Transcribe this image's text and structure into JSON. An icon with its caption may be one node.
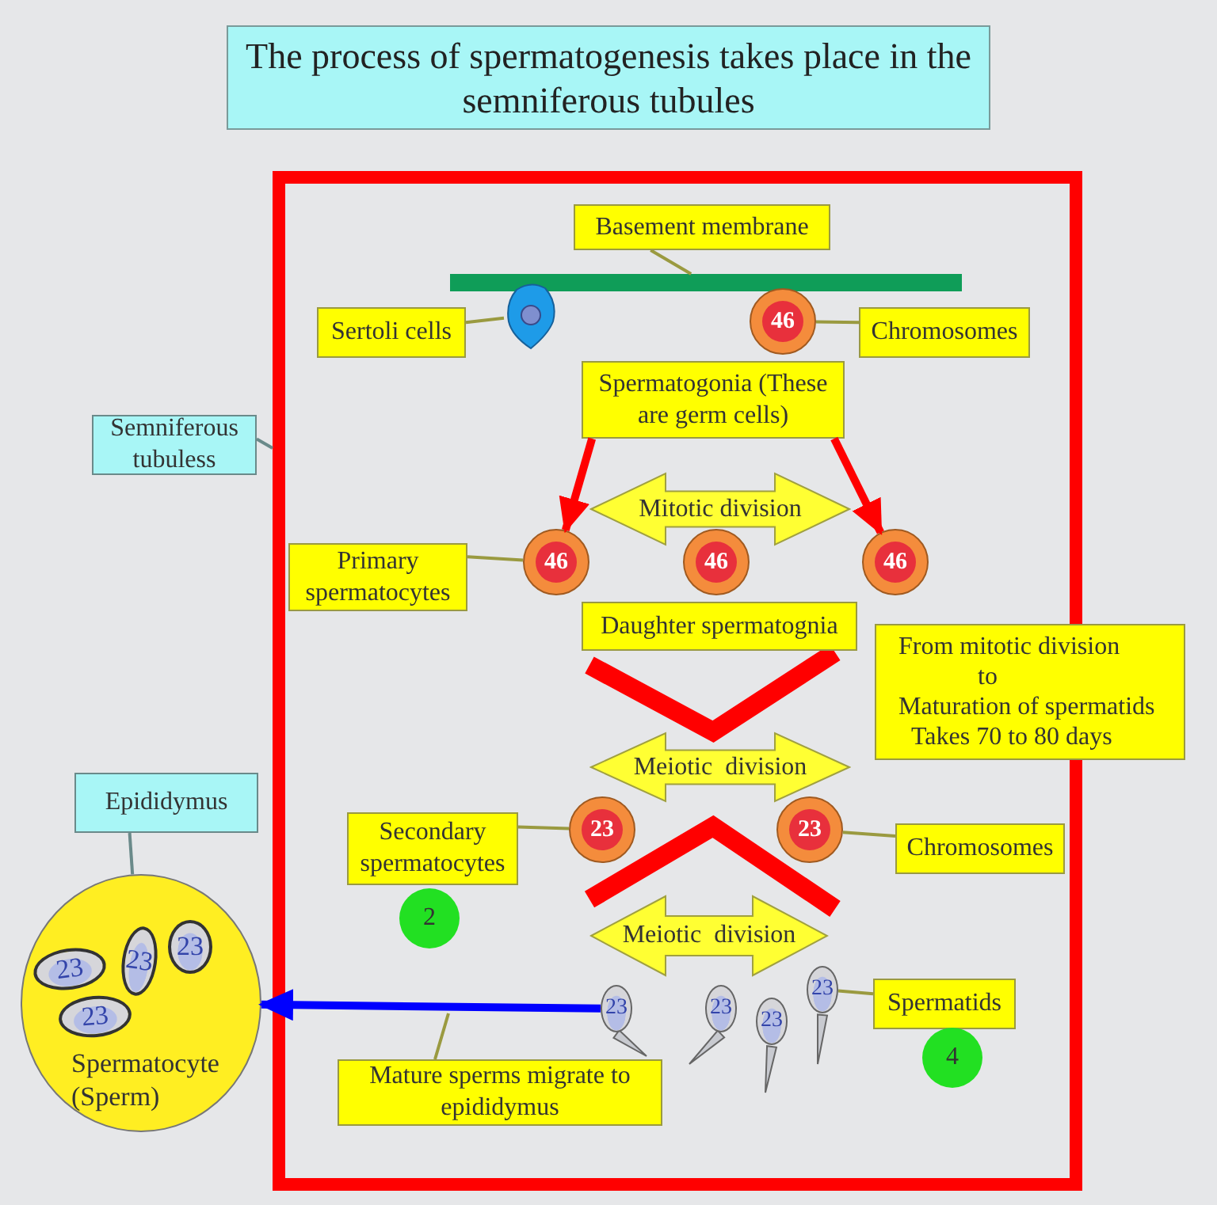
{
  "diagram": {
    "nodes": [
      {
        "text": [
          "The process of spermatogenesis takes place in the semniferous tubules"
        ]
      },
      {
        "text": [],
        "shape": "box"
      },
      {
        "text": [
          "Semniferous tubuless"
        ]
      },
      {
        "text": [
          "Basement membrane"
        ],
        "in": 1
      },
      {
        "text": [],
        "shape": "bar",
        "in": 1
      },
      {
        "text": [
          "Sertoli cells"
        ],
        "in": 1
      },
      {
        "text": [],
        "shape": "picture",
        "in": 1
      },
      {
        "text": [
          "46"
        ],
        "in": 1
      },
      {
        "text": [
          "Chromosomes"
        ],
        "in": 1
      },
      {
        "text": [
          "Spermatogonia (These are germ cells)"
        ],
        "in": 1
      },
      {
        "text": [
          "Mitotic division"
        ],
        "in": 1
      },
      {
        "text": [
          "Primary spermatocytes"
        ],
        "in": 1
      },
      {
        "text": [
          "46"
        ],
        "in": 1
      },
      {
        "text": [
          "46"
        ],
        "in": 1
      },
      {
        "text": [
          "46"
        ],
        "in": 1
      },
      {
        "text": [
          "Daughter spermatognia"
        ],
        "in": 1
      },
      {
        "text": [
          "From mitotic division",
          "to",
          "Maturation of spermatids",
          "Takes 70 to 80 days"
        ]
      },
      {
        "text": [
          "Meiotic  division"
        ],
        "in": 1
      },
      {
        "text": [
          "Secondary spermatocytes"
        ],
        "in": 1
      },
      {
        "text": [
          "23"
        ],
        "in": 1
      },
      {
        "text": [
          "23"
        ],
        "in": 1
      },
      {
        "text": [
          "Chromosomes"
        ],
        "in": 1
      },
      {
        "text": [
          "2"
        ],
        "in": 1
      },
      {
        "text": [
          "Meiotic  division"
        ],
        "in": 1
      },
      {
        "text": [
          "23"
        ],
        "in": 1
      },
      {
        "text": [
          "23"
        ],
        "in": 1
      },
      {
        "text": [
          "23"
        ],
        "in": 1
      },
      {
        "text": [
          "23"
        ],
        "in": 1
      },
      {
        "text": [
          "Spermatids"
        ],
        "in": 1
      },
      {
        "text": [
          "4"
        ],
        "in": 1
      },
      {
        "text": [
          "Mature sperms migrate to epididymus"
        ],
        "in": 1
      },
      {
        "text": [
          "Epididymus"
        ]
      },
      {
        "text": [
          "Spermatocyte (Sperm)"
        ]
      },
      {
        "text": [
          "23"
        ],
        "in": 32
      },
      {
        "text": [
          "23"
        ],
        "in": 32
      },
      {
        "text": [
          "23"
        ],
        "in": 32
      },
      {
        "text": [
          "23"
        ],
        "in": 32
      }
    ],
    "edges": [
      {
        "from": 2,
        "to": 1,
        "arrow": "none"
      },
      {
        "from": 3,
        "to": 4,
        "arrow": "none"
      },
      {
        "from": 5,
        "to": 6,
        "arrow": "none"
      },
      {
        "from": 8,
        "to": 7,
        "arrow": "none"
      },
      {
        "from": 9,
        "to": 12,
        "arrow": "to",
        "style": "thick",
        "color": "#ff0000"
      },
      {
        "from": 9,
        "to": 14,
        "arrow": "to",
        "style": "thick",
        "color": "#ff0000"
      },
      {
        "from": 11,
        "to": 12,
        "arrow": "none"
      },
      {
        "from": 18,
        "to": 19,
        "arrow": "none"
      },
      {
        "from": 21,
        "to": 20,
        "arrow": "none"
      },
      {
        "from": 28,
        "to": 27,
        "arrow": "none"
      },
      {
        "from": 24,
        "to": 32,
        "arrow": "to",
        "style": "thick",
        "color": "#0000ff"
      },
      {
        "from": 30,
        "to": null,
        "arrow": "none"
      },
      {
        "from": 31,
        "to": 32,
        "arrow": "none"
      }
    ]
  }
}
